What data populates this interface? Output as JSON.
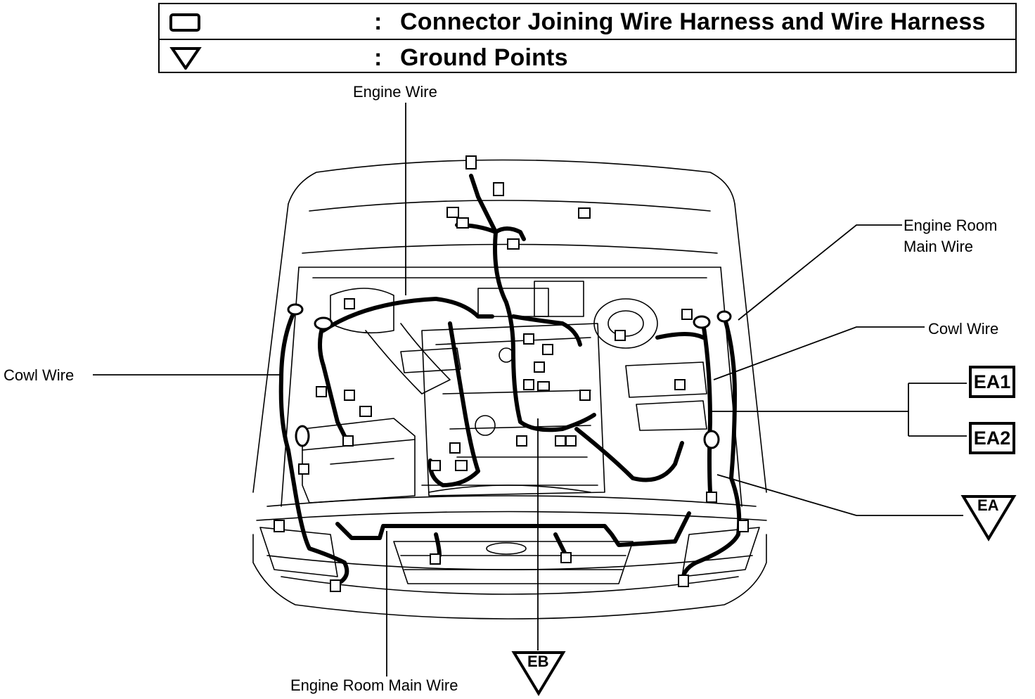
{
  "legend": {
    "rows": [
      {
        "symbol": "connector-box",
        "colon": ":",
        "text": "Connector Joining Wire Harness and Wire Harness"
      },
      {
        "symbol": "ground-triangle",
        "colon": ":",
        "text": "Ground Points"
      }
    ]
  },
  "labels": {
    "engine_wire": "Engine Wire",
    "engine_room_main_wire_top": [
      "Engine Room",
      "Main Wire"
    ],
    "cowl_wire_right": "Cowl Wire",
    "cowl_wire_left": "Cowl Wire",
    "engine_room_main_wire_bottom": "Engine Room Main Wire"
  },
  "connectors": [
    "EA1",
    "EA2"
  ],
  "grounds": [
    "EA",
    "EB"
  ]
}
